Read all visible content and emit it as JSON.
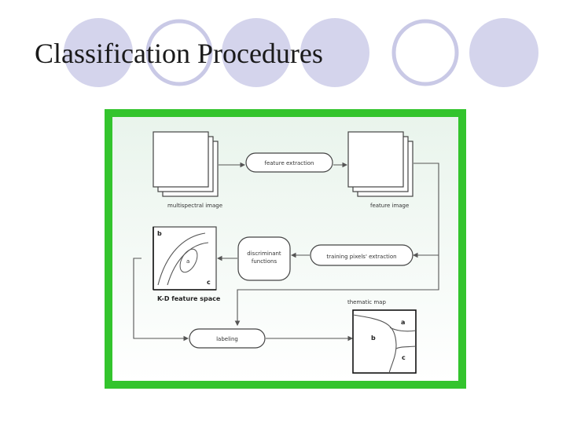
{
  "slide": {
    "title": "Classification Procedures",
    "theme_colors": {
      "circle_fill": "#d4d4ec",
      "circle_ring": "#c9c9e6",
      "frame_green": "#33c42d"
    }
  },
  "diagram": {
    "labels": {
      "multispectral_image": "multispectral image",
      "feature_image": "feature image",
      "feature_extraction": "feature extraction",
      "discriminant_functions": [
        "discriminant",
        "functions"
      ],
      "training_pixels_extraction": "training pixels' extraction",
      "kd_feature_space": "K-D feature space",
      "thematic_map": "thematic map",
      "labeling": "labeling",
      "feature_space_classes": {
        "b": "b",
        "a": "a",
        "c": "c"
      },
      "map_classes": {
        "a": "a",
        "b": "b",
        "c": "c"
      }
    }
  }
}
